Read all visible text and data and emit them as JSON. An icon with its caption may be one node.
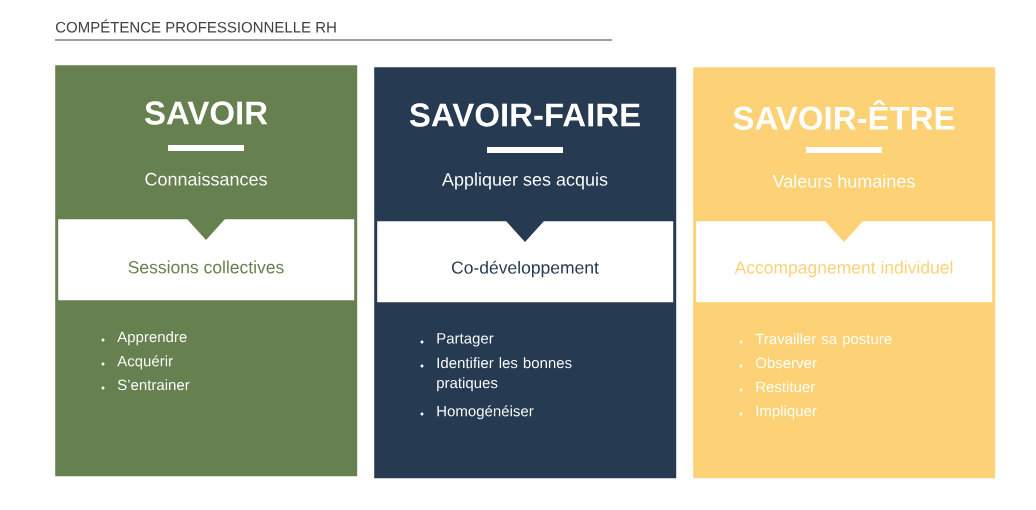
{
  "diagram": {
    "title": "COMPÉTENCE PROFESSIONNELLE RH",
    "nodes": [
      {
        "text": [
          "SAVOIR",
          "Connaissances",
          "Apprendre",
          "Acquérir",
          "S’entrainer"
        ]
      },
      {
        "text": [
          "Sessions collectives"
        ],
        "in": 0
      },
      {
        "text": [
          "SAVOIR-FAIRE",
          "Appliquer ses acquis",
          "Partager",
          "Identifier les bonnes pratiques",
          "Homogénéiser"
        ]
      },
      {
        "text": [
          "Co-développement"
        ],
        "in": 2
      },
      {
        "text": [
          "SAVOIR-ÊTRE",
          "Valeurs humaines",
          "Travailler sa posture",
          "Observer",
          "Restituer",
          "Impliquer"
        ]
      },
      {
        "text": [
          "Accompagnement individuel"
        ],
        "in": 4
      }
    ]
  }
}
